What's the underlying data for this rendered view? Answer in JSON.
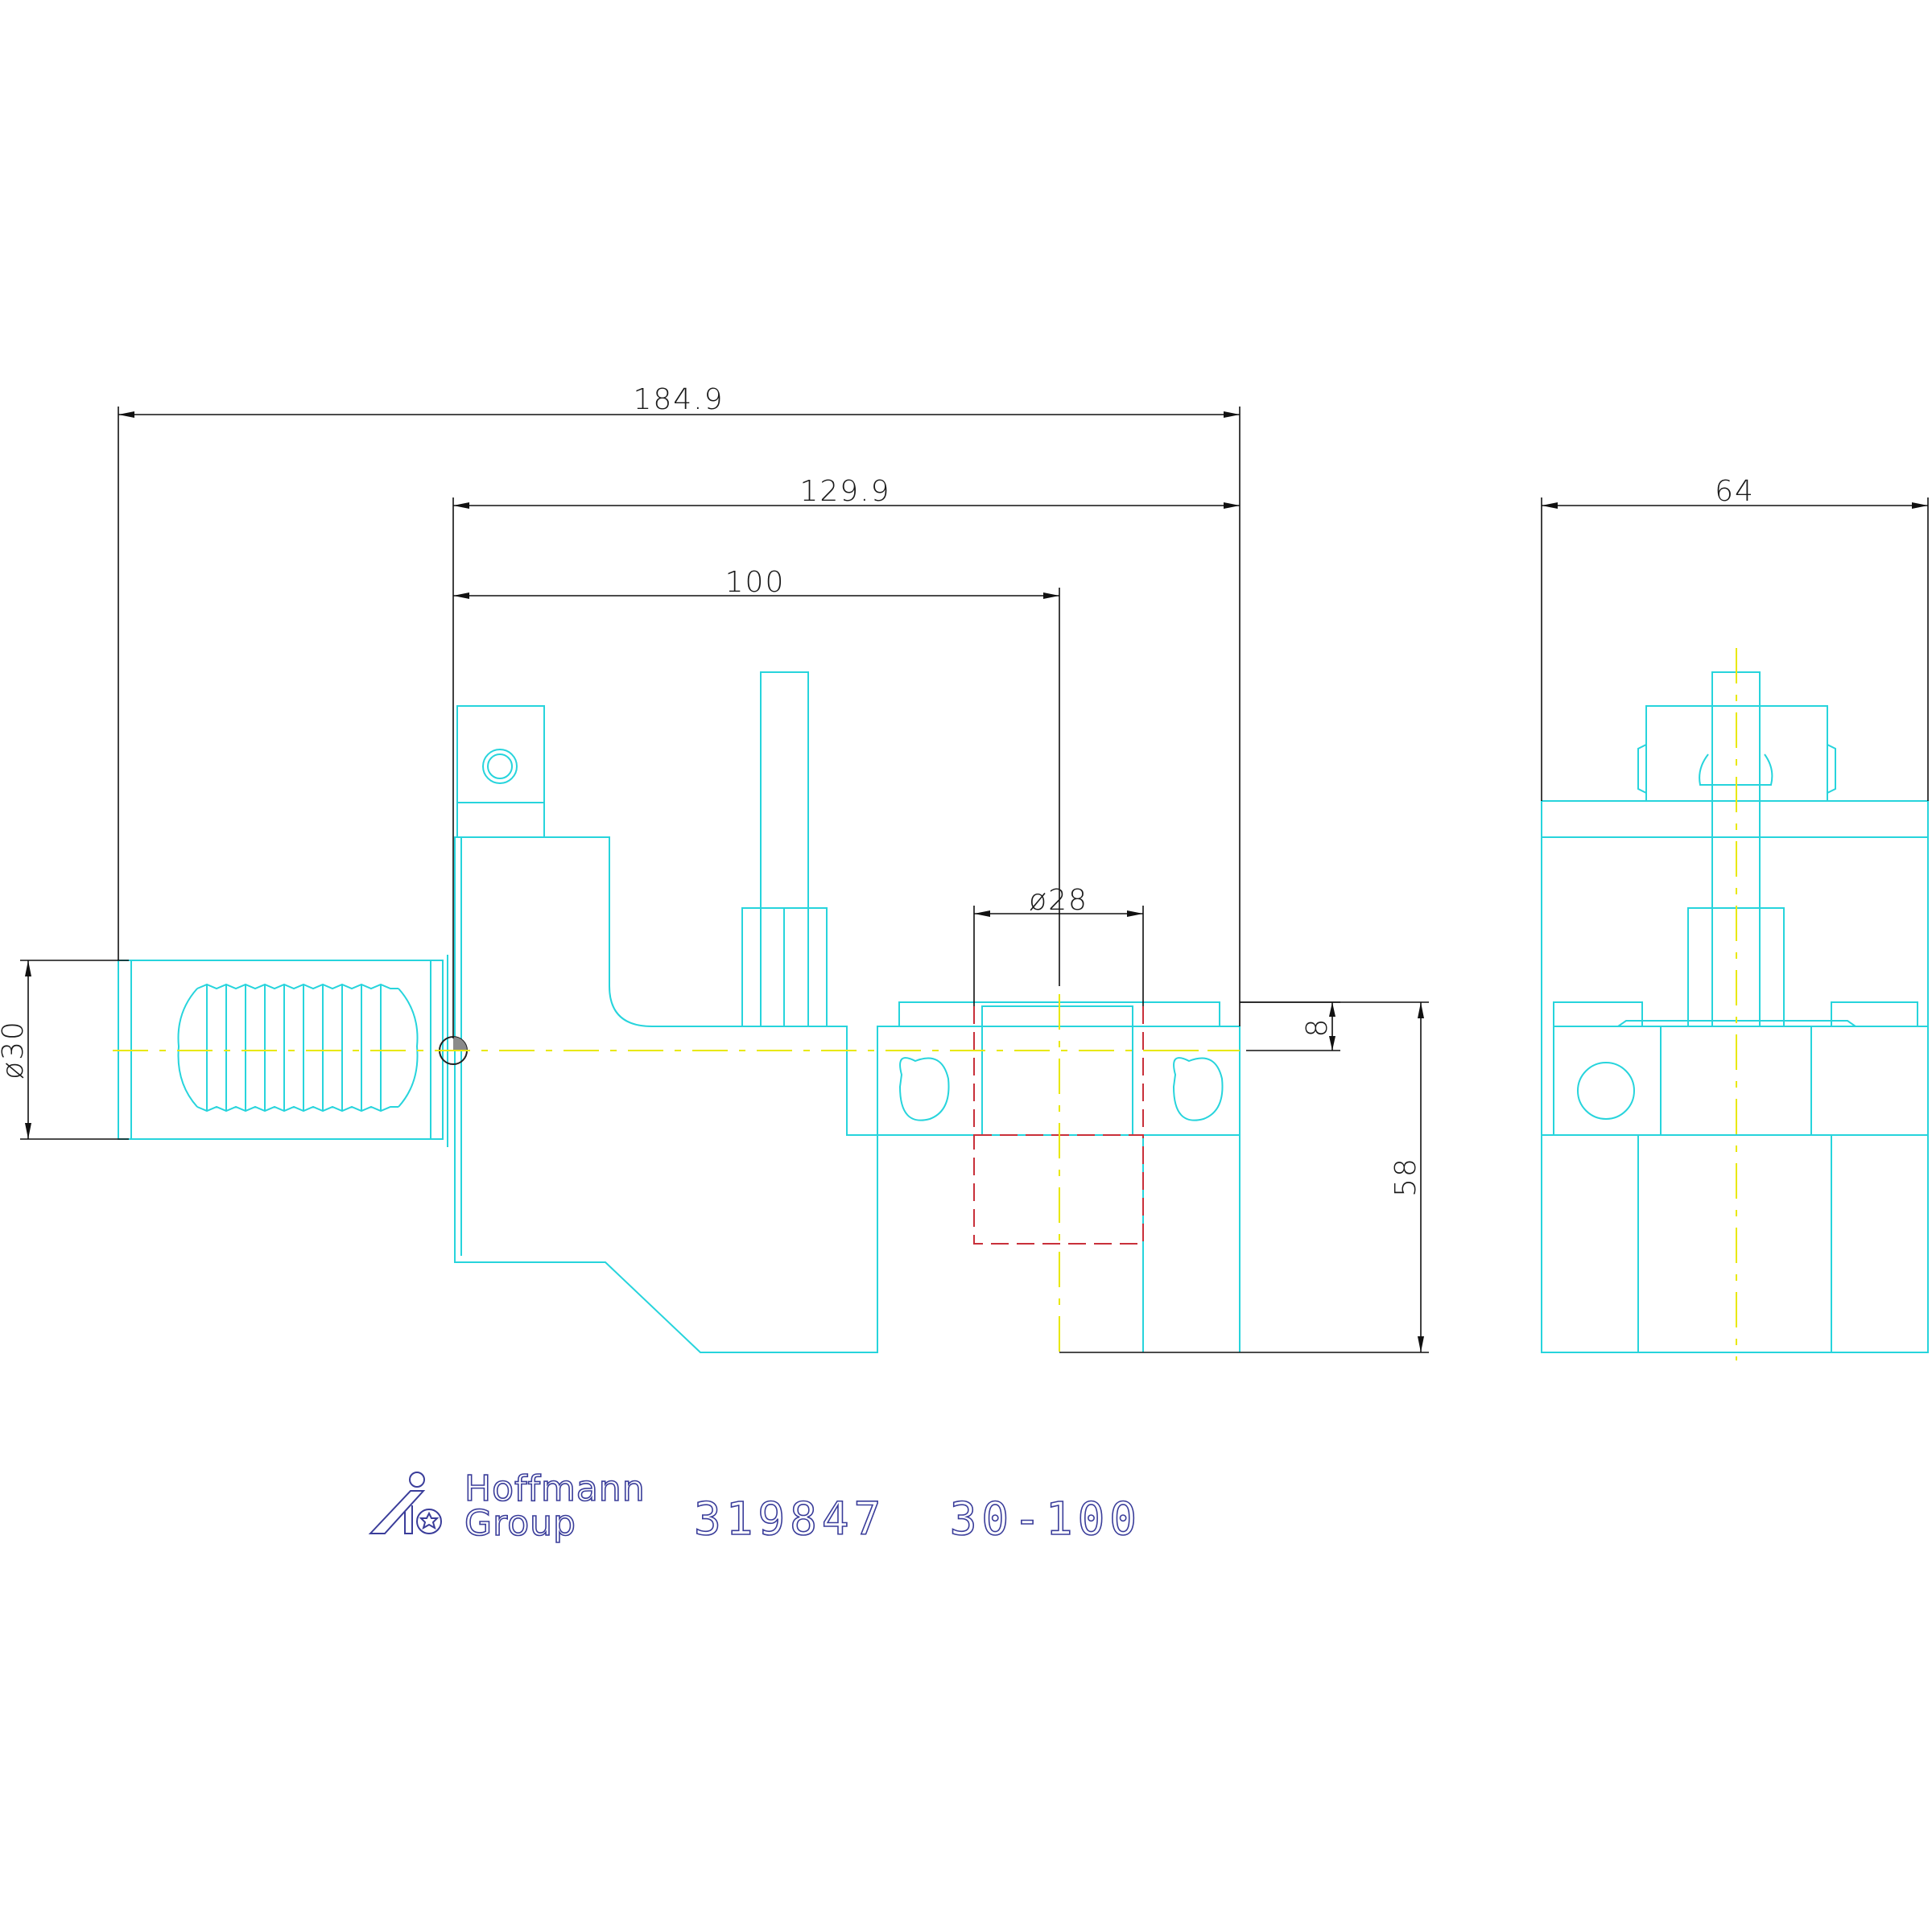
{
  "dimensions": {
    "overall_length": "184.9",
    "body_length": "129.9",
    "offset": "100",
    "bore_diameter": "ø28",
    "shank_diameter": "ø30",
    "height": "58",
    "step": "8",
    "width": "64"
  },
  "logo": {
    "line1": "Hoffmann",
    "line2": "Group"
  },
  "part_number": "319847  30-100",
  "colors": {
    "outline": "#27d4dc",
    "centerline": "#e8e800",
    "hidden": "#c8303a",
    "dimension": "#111111",
    "logo": "#3a3d9a"
  }
}
